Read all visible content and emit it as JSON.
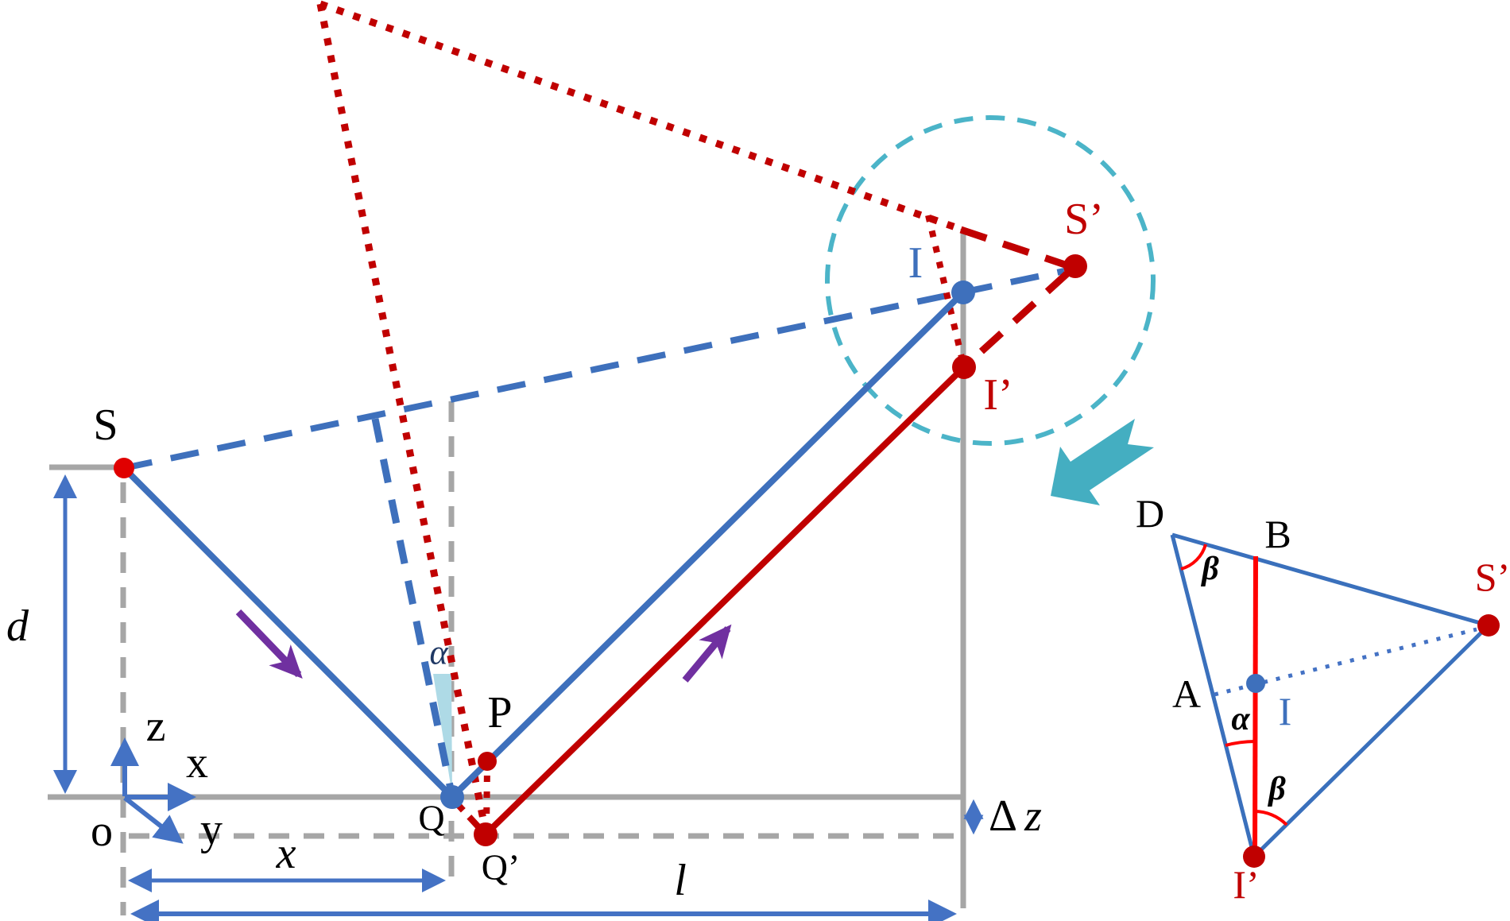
{
  "figure_kind": "ray-geometry-diagram",
  "colors": {
    "ray_blue": "#3E70BC",
    "arrow_blue": "#4472C4",
    "dark_red": "#C00000",
    "bright_red": "#FF0000",
    "gray": "#A6A6A6",
    "teal": "#4BB4C8",
    "purple": "#7030A0",
    "navy_alpha": "#1F3864",
    "wedge_cyan": "#AEDAE6",
    "black": "#000000"
  },
  "main": {
    "labels": {
      "S": "S",
      "P": "P",
      "Q": "Q",
      "Qp": "Q’",
      "I": "I",
      "Ip": "I’",
      "Sp": "S’",
      "o": "o"
    },
    "axes": {
      "z": "z",
      "x": "x",
      "y": "y"
    },
    "measures": {
      "d": "d",
      "x": "x",
      "l": "l",
      "delta": "Δ",
      "z": "z"
    },
    "alpha": "α"
  },
  "detail": {
    "labels": {
      "D": "D",
      "B": "B",
      "A": "A",
      "I": "I",
      "Ip": "I’",
      "Sp": "S’"
    },
    "angles": {
      "beta_top": "β",
      "alpha": "α",
      "beta_bottom": "β"
    }
  }
}
